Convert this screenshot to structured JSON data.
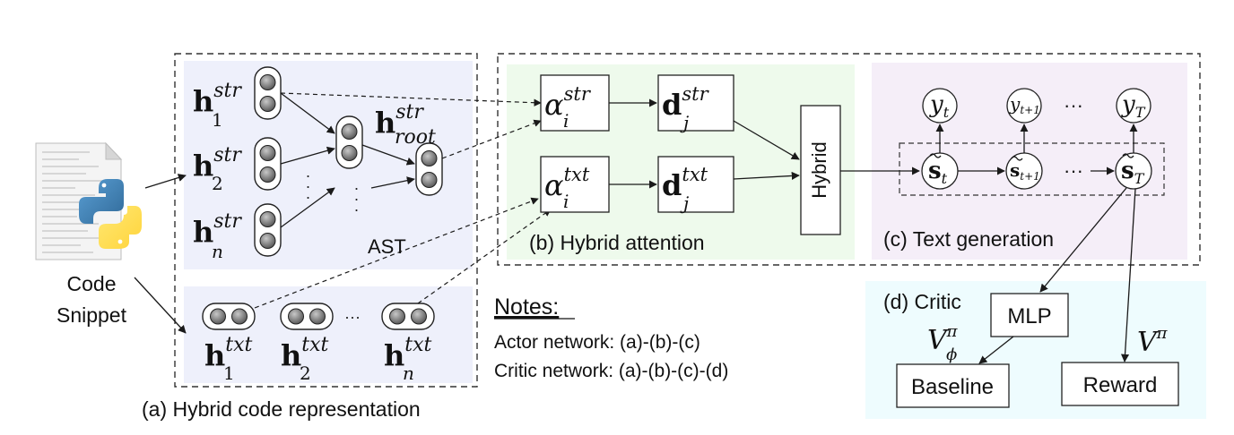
{
  "colors": {
    "panel_a": "#eef0fb",
    "panel_b": "#eefaec",
    "panel_c": "#f5eef8",
    "panel_d": "#eefcfe",
    "cell": "#7b7b7b",
    "line": "#1a1a1a"
  },
  "input": {
    "icon": "python-file-icon",
    "label_line1": "Code",
    "label_line2": "Snippet"
  },
  "panel_a": {
    "caption": "(a) Hybrid code representation",
    "ast_label": "AST",
    "h_base": "h",
    "str_sup": "str",
    "txt_sup": "txt",
    "root_sub": "root",
    "sub_1": "1",
    "sub_2": "2",
    "sub_n": "n",
    "ellipsis": "···"
  },
  "panel_b": {
    "caption": "(b) Hybrid attention",
    "alpha": "α",
    "d": "d",
    "sub_i": "i",
    "sub_j": "j",
    "sup_str": "str",
    "sup_txt": "txt",
    "hybrid": "Hybrid"
  },
  "panel_c": {
    "caption": "(c) Text generation",
    "y": "y",
    "s": "s",
    "sub_t": "t",
    "sub_t1": "t+1",
    "sub_T": "T",
    "ellipsis": "···"
  },
  "panel_d": {
    "caption": "(d) Critic",
    "mlp": "MLP",
    "baseline": "Baseline",
    "reward": "Reward",
    "v": "V",
    "pi": "π",
    "phi": "ϕ"
  },
  "notes": {
    "title": "Notes:",
    "actor": "Actor network: (a)-(b)-(c)",
    "critic": "Critic network: (a)-(b)-(c)-(d)"
  }
}
